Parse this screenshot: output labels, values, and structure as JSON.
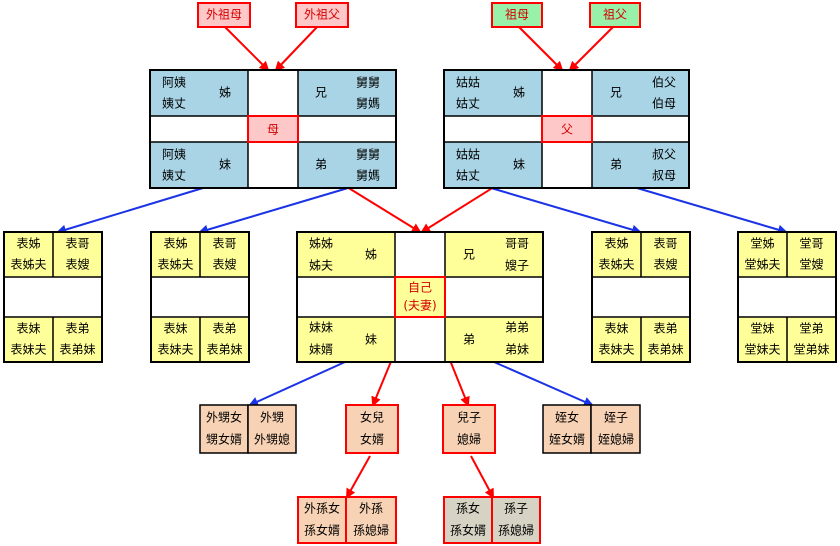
{
  "colors": {
    "blue_box": "#a9d4e5",
    "yellow_box": "#ffff99",
    "orange_box": "#f8d2b4",
    "grey_box": "#d6d2c4",
    "green_box": "#99f0a8",
    "red_box": "#ffc8c8",
    "red": "#ff0000",
    "blue": "#1a33e6"
  },
  "grandparents": {
    "maternal": [
      "外祖母",
      "外祖父"
    ],
    "paternal": [
      "祖母",
      "祖父"
    ]
  },
  "mother_family": {
    "center": "母",
    "tl": [
      "阿姨",
      "姨丈"
    ],
    "tl_side": "姊",
    "tr_side": "兄",
    "tr": [
      "舅舅",
      "舅媽"
    ],
    "bl": [
      "阿姨",
      "姨丈"
    ],
    "bl_side": "妹",
    "br_side": "弟",
    "br": [
      "舅舅",
      "舅媽"
    ]
  },
  "father_family": {
    "center": "父",
    "tl": [
      "姑姑",
      "姑丈"
    ],
    "tl_side": "姊",
    "tr_side": "兄",
    "tr": [
      "伯父",
      "伯母"
    ],
    "bl": [
      "姑姑",
      "姑丈"
    ],
    "bl_side": "妹",
    "br_side": "弟",
    "br": [
      "叔父",
      "叔母"
    ]
  },
  "self_family": {
    "center": [
      "自己",
      "(夫妻)"
    ],
    "tl": [
      "姊姊",
      "姊夫"
    ],
    "tl_side": "姊",
    "tr_side": "兄",
    "tr": [
      "哥哥",
      "嫂子"
    ],
    "bl": [
      "妹妹",
      "妹婿"
    ],
    "bl_side": "妹",
    "br_side": "弟",
    "br": [
      "弟弟",
      "弟妹"
    ]
  },
  "cousins": [
    {
      "tl": [
        "表姊",
        "表姊夫"
      ],
      "tr": [
        "表哥",
        "表嫂"
      ],
      "bl": [
        "表妹",
        "表妹夫"
      ],
      "br": [
        "表弟",
        "表弟妹"
      ]
    },
    {
      "tl": [
        "表姊",
        "表姊夫"
      ],
      "tr": [
        "表哥",
        "表嫂"
      ],
      "bl": [
        "表妹",
        "表妹夫"
      ],
      "br": [
        "表弟",
        "表弟妹"
      ]
    },
    {
      "tl": [
        "表姊",
        "表姊夫"
      ],
      "tr": [
        "表哥",
        "表嫂"
      ],
      "bl": [
        "表妹",
        "表妹夫"
      ],
      "br": [
        "表弟",
        "表弟妹"
      ]
    },
    {
      "tl": [
        "堂姊",
        "堂姊夫"
      ],
      "tr": [
        "堂哥",
        "堂嫂"
      ],
      "bl": [
        "堂妹",
        "堂妹夫"
      ],
      "br": [
        "堂弟",
        "堂弟妹"
      ]
    }
  ],
  "nieces": [
    {
      "left": [
        "外甥女",
        "甥女婿"
      ],
      "right": [
        "外甥",
        "外甥媳"
      ]
    },
    {
      "left": [
        "姪女",
        "姪女婿"
      ],
      "right": [
        "姪子",
        "姪媳婦"
      ]
    }
  ],
  "children": [
    {
      "label": [
        "女兒",
        "女婿"
      ]
    },
    {
      "label": [
        "兒子",
        "媳婦"
      ]
    }
  ],
  "grandchildren": [
    {
      "left": [
        "外孫女",
        "孫女婿"
      ],
      "right": [
        "外孫",
        "孫媳婦"
      ]
    },
    {
      "left": [
        "孫女",
        "孫女婿"
      ],
      "right": [
        "孫子",
        "孫媳婦"
      ]
    }
  ]
}
